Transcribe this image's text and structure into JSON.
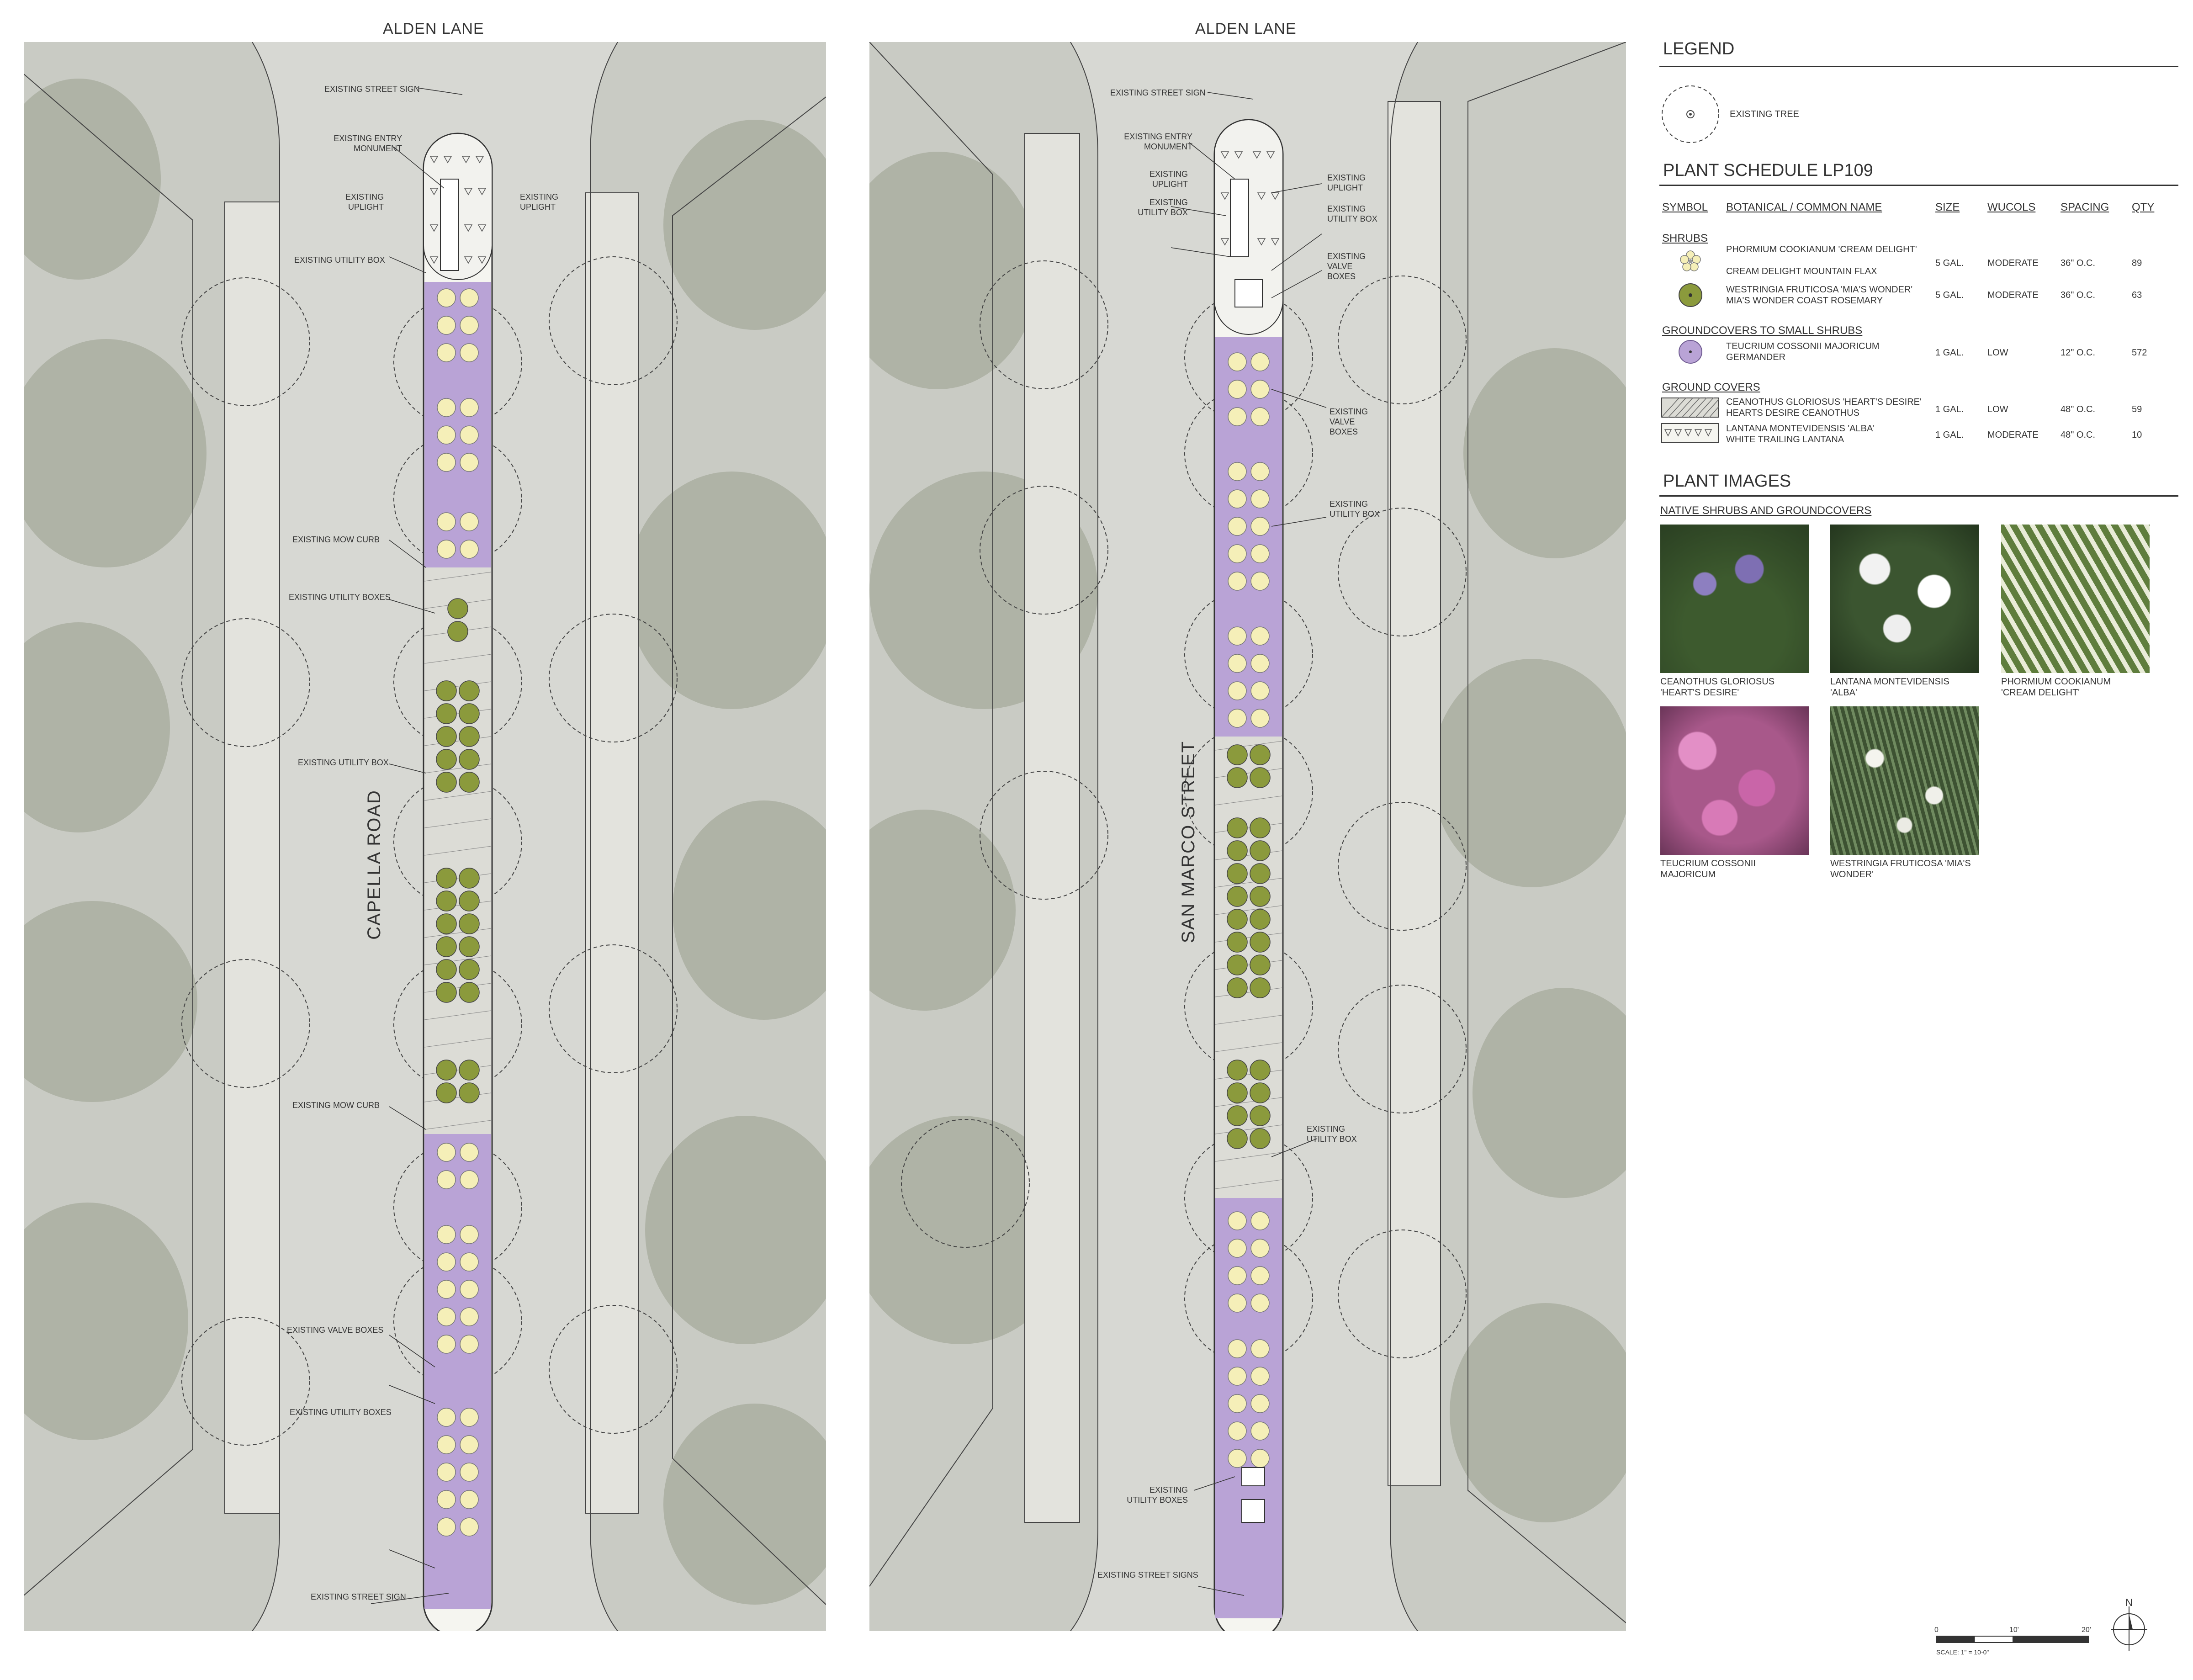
{
  "plans": [
    {
      "title": "ALDEN LANE",
      "street": "CAPELLA ROAD",
      "annotations": {
        "street_sign_top": "EXISTING STREET SIGN",
        "entry_monument": "EXISTING ENTRY MONUMENT",
        "uplight_left": "EXISTING UPLIGHT",
        "uplight_right": "EXISTING UPLIGHT",
        "utility_box_1": "EXISTING UTILITY BOX",
        "mow_curb_1": "EXISTING MOW CURB",
        "utility_boxes_1": "EXISTING UTILITY BOXES",
        "utility_box_2": "EXISTING UTILITY BOX",
        "mow_curb_2": "EXISTING MOW CURB",
        "valve_boxes": "EXISTING VALVE BOXES",
        "utility_boxes_2": "EXISTING UTILITY BOXES",
        "street_sign_bottom": "EXISTING STREET SIGN"
      }
    },
    {
      "title": "ALDEN LANE",
      "street": "SAN MARCO STREET",
      "annotations": {
        "street_sign_top": "EXISTING STREET SIGN",
        "entry_monument": "EXISTING ENTRY MONUMENT",
        "uplight_left": "EXISTING UPLIGHT",
        "utility_box_left": "EXISTING UTILITY BOX",
        "uplight_right": "EXISTING UPLIGHT",
        "utility_box_right": "EXISTING UTILITY BOX",
        "valve_boxes_1": "EXISTING VALVE BOXES",
        "valve_boxes_2": "EXISTING VALVE BOXES",
        "utility_box_3": "EXISTING UTILITY BOX",
        "utility_box_4": "EXISTING UTILITY BOX",
        "utility_boxes": "EXISTING UTILITY BOXES",
        "street_signs": "EXISTING STREET SIGNS"
      }
    }
  ],
  "legend": {
    "heading": "LEGEND",
    "existing_tree": "EXISTING TREE"
  },
  "schedule": {
    "heading": "PLANT SCHEDULE LP109",
    "columns": [
      "SYMBOL",
      "BOTANICAL / COMMON NAME",
      "SIZE",
      "WUCOLS",
      "SPACING",
      "QTY"
    ],
    "groups": [
      {
        "title": "SHRUBS",
        "rows": [
          {
            "symbol": "cream-flower-icon",
            "name": "PHORMIUM COOKIANUM 'CREAM DELIGHT'",
            "common": "CREAM DELIGHT MOUNTAIN FLAX",
            "size": "5 GAL.",
            "wucols": "MODERATE",
            "spacing": "36\" o.c.",
            "qty": "89"
          },
          {
            "symbol": "green-shrub-icon",
            "name": "WESTRINGIA FRUTICOSA 'MIA'S WONDER'",
            "common": "MIA'S WONDER COAST ROSEMARY",
            "size": "5 GAL.",
            "wucols": "MODERATE",
            "spacing": "36\" o.c.",
            "qty": "63"
          }
        ]
      },
      {
        "title": "GROUNDCOVERS TO SMALL SHRUBS",
        "rows": [
          {
            "symbol": "purple-dot-icon",
            "name": "TEUCRIUM COSSONII MAJORICUM",
            "common": "GERMANDER",
            "size": "1 GAL.",
            "wucols": "LOW",
            "spacing": "12\" o.c.",
            "qty": "572"
          }
        ]
      },
      {
        "title": "GROUND COVERS",
        "rows": [
          {
            "symbol": "hatch-pattern-icon",
            "name": "CEANOTHUS GLORIOSUS 'HEART'S DESIRE'",
            "common": "HEARTS DESIRE CEANOTHUS",
            "size": "1 GAL.",
            "wucols": "LOW",
            "spacing": "48\" o.c.",
            "qty": "59"
          },
          {
            "symbol": "triangle-pattern-icon",
            "name": "LANTANA MONTEVIDENSIS 'ALBA'",
            "common": "WHITE TRAILING LANTANA",
            "size": "1 GAL.",
            "wucols": "MODERATE",
            "spacing": "48\" o.c.",
            "qty": "10"
          }
        ]
      }
    ]
  },
  "images": {
    "heading": "PLANT IMAGES",
    "subheading": "NATIVE SHRUBS AND GROUNDCOVERS",
    "items": [
      {
        "line1": "CEANOTHUS GLORIOSUS",
        "line2": "'HEART'S DESIRE'",
        "color": "#4a6b3a"
      },
      {
        "line1": "LANTANA MONTEVIDENSIS",
        "line2": "'ALBA'",
        "color": "#3d5a35"
      },
      {
        "line1": "PHORMIUM COOKIANUM",
        "line2": "'CREAM DELIGHT'",
        "color": "#6a8a4a"
      },
      {
        "line1": "TEUCRIUM COSSONII",
        "line2": "MAJORICUM",
        "color": "#a8588a"
      },
      {
        "line1": "WESTRINGIA FRUTICOSA 'MIA'S",
        "line2": "WONDER'",
        "color": "#4f6a45"
      }
    ]
  },
  "scale": {
    "labels": [
      "0",
      "10'",
      "20'"
    ],
    "text": "SCALE: 1\" = 10-0\""
  },
  "north": "N"
}
